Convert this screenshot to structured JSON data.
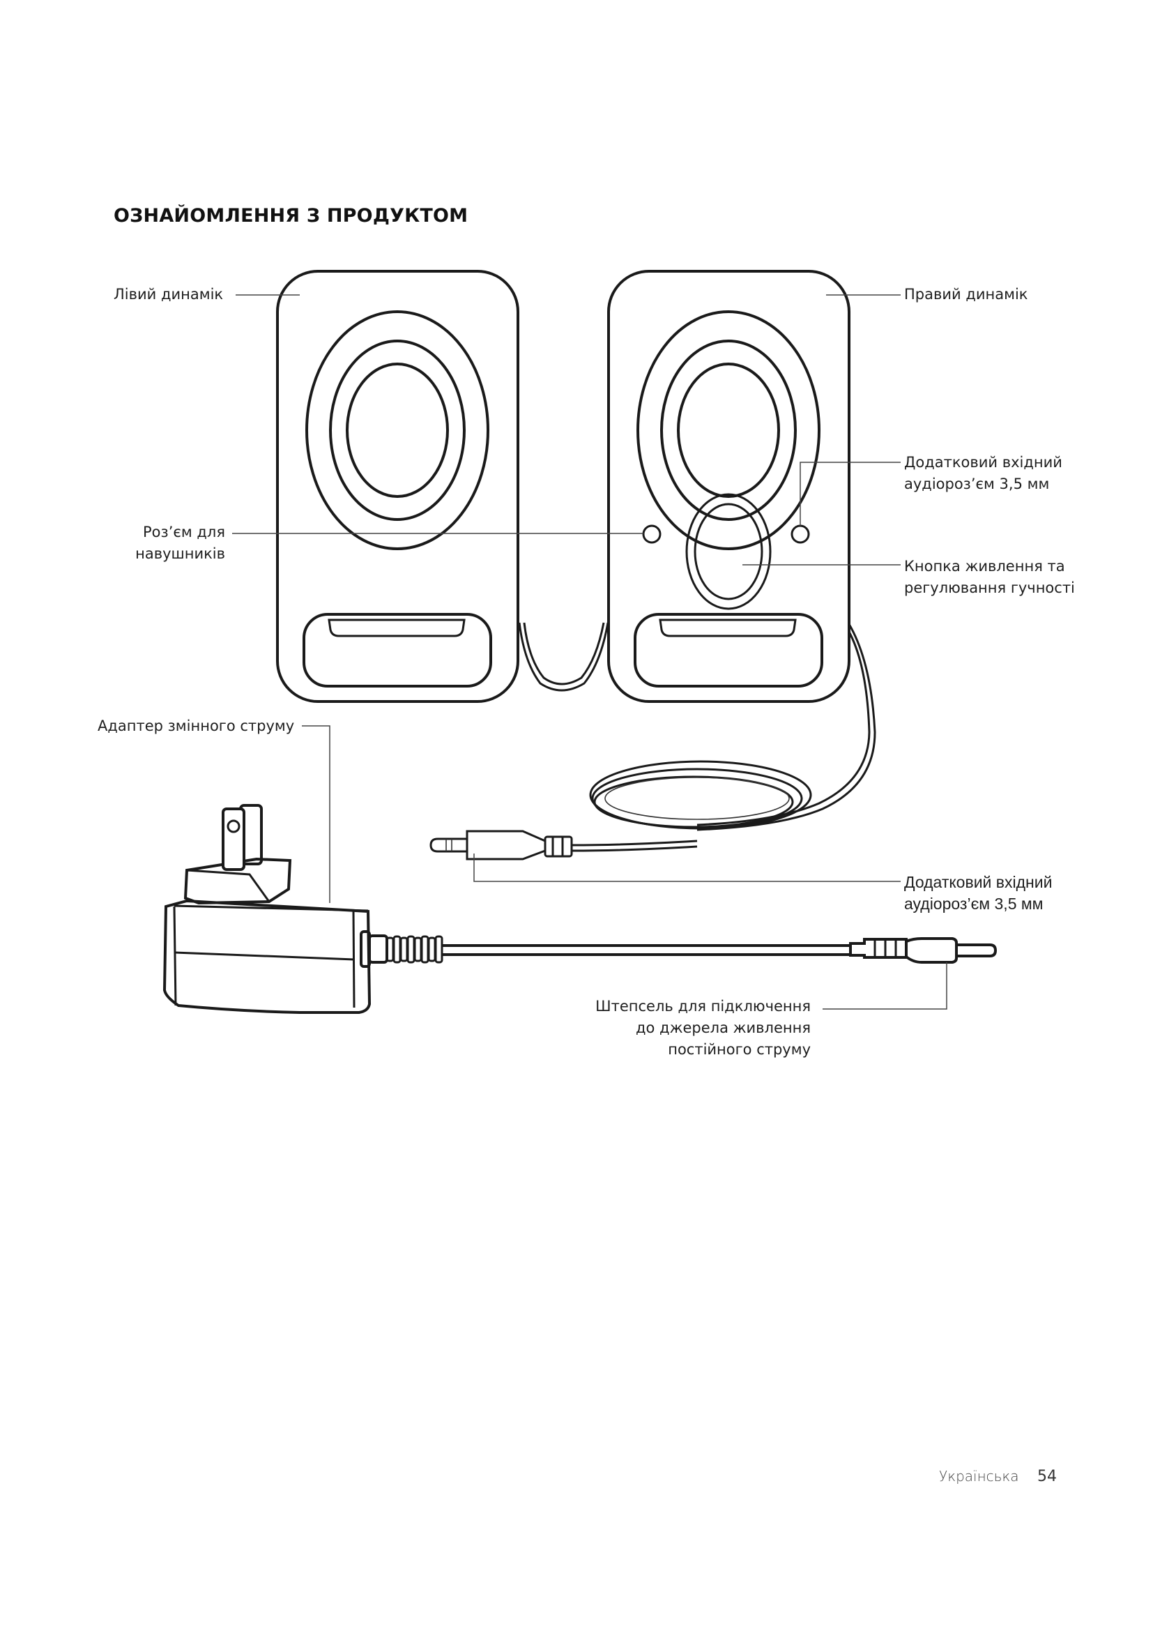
{
  "page": {
    "title": "ОЗНАЙОМЛЕННЯ З ПРОДУКТОМ",
    "footer": {
      "language": "Українська",
      "page_number": "54"
    }
  },
  "callouts": {
    "left_speaker": [
      "Лівий динамік"
    ],
    "right_speaker": [
      "Правий динамік"
    ],
    "aux_input_speaker": [
      "Додатковий вхідний",
      "аудіороз’єм 3,5 мм"
    ],
    "headphone_jack": [
      "Роз’єм для",
      "навушників"
    ],
    "power_volume_knob": [
      "Кнопка живлення та",
      "регулювання гучності"
    ],
    "ac_adapter": [
      "Адаптер змінного струму"
    ],
    "aux_input_cable": [
      "Додатковий вхідний",
      "аудіороз’єм 3,5 мм"
    ],
    "dc_plug": [
      "Штепсель для підключення",
      "до джерела живлення",
      "постійного струму"
    ]
  },
  "colors": {
    "ink": "#1a1a1a",
    "leader": "#444444",
    "background": "#ffffff"
  }
}
